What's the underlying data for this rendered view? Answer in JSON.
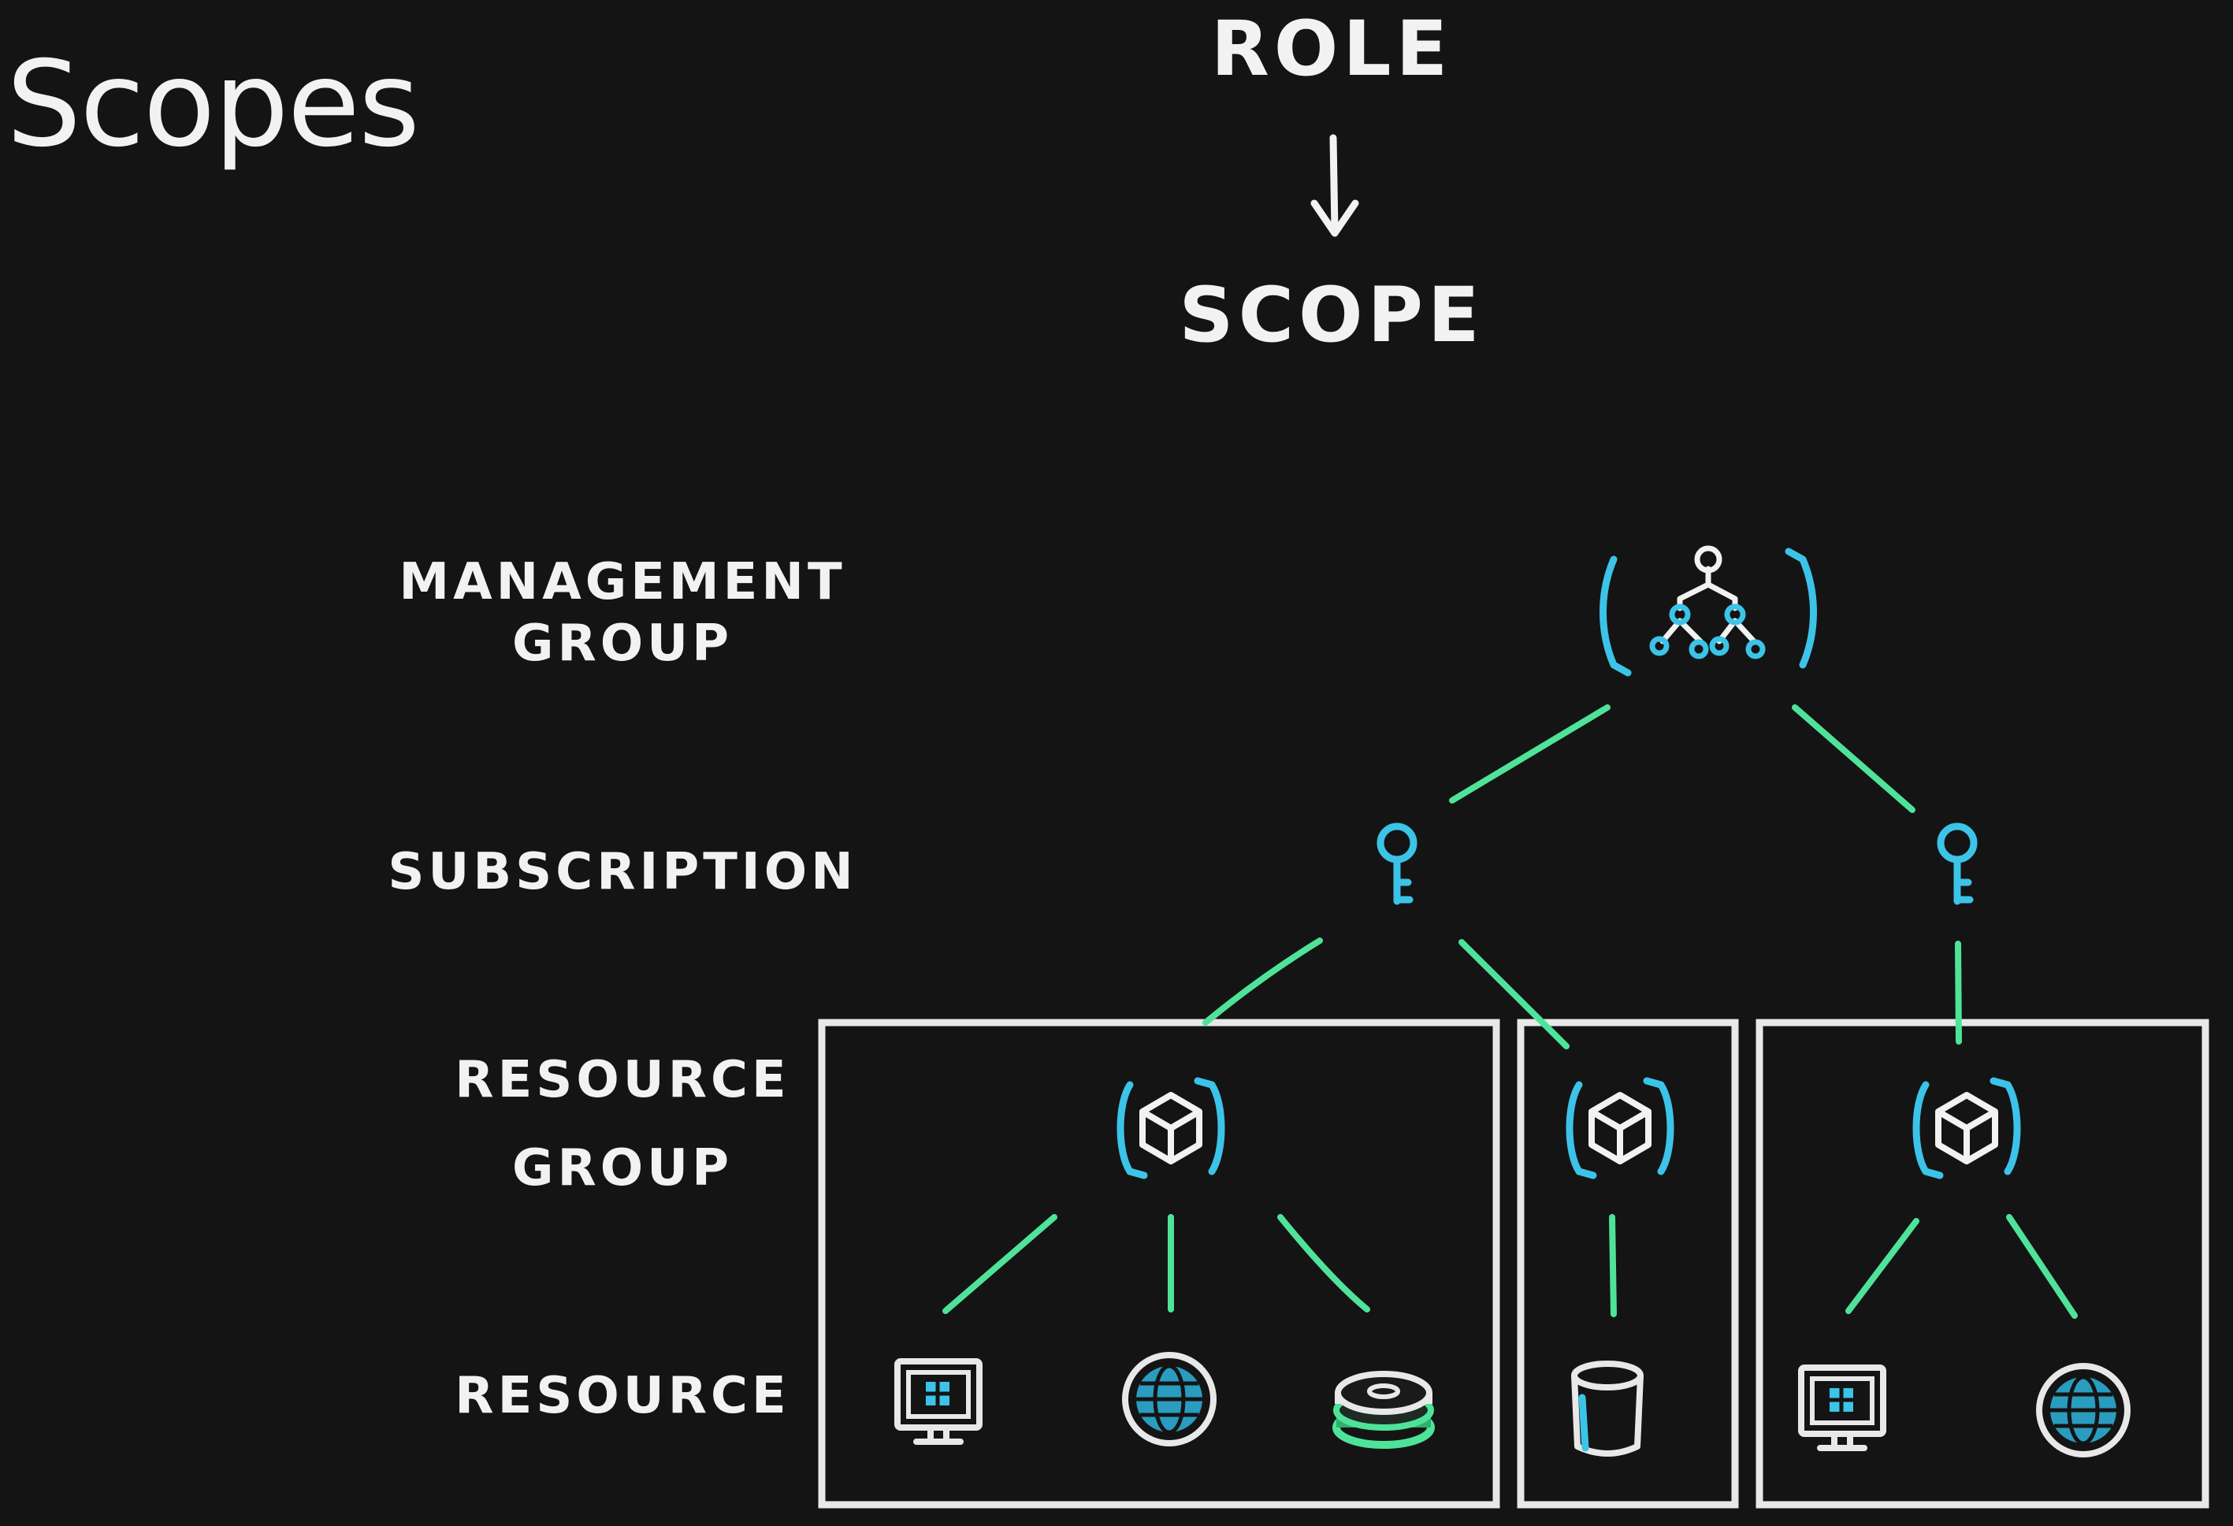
{
  "title": "Scopes",
  "header": {
    "role": "ROLE",
    "scope": "SCOPE"
  },
  "levels": {
    "management_group_line1": "MANAGEMENT",
    "management_group_line2": "GROUP",
    "subscription": "SUBSCRIPTION",
    "resource_group_line1": "RESOURCE",
    "resource_group_line2": "GROUP",
    "resource": "RESOURCE"
  },
  "colors": {
    "background": "#141414",
    "text": "#f2f2f2",
    "icon_accent": "#3cc3e8",
    "connector": "#4fe39a",
    "box_stroke": "#e8e8e8"
  },
  "icons": {
    "management_group": "management-group-icon",
    "subscription": "key-icon",
    "resource_group": "cube-icon",
    "virtual_machine": "monitor-icon",
    "web_app": "globe-icon",
    "disk": "disk-icon",
    "storage": "cylinder-icon"
  }
}
